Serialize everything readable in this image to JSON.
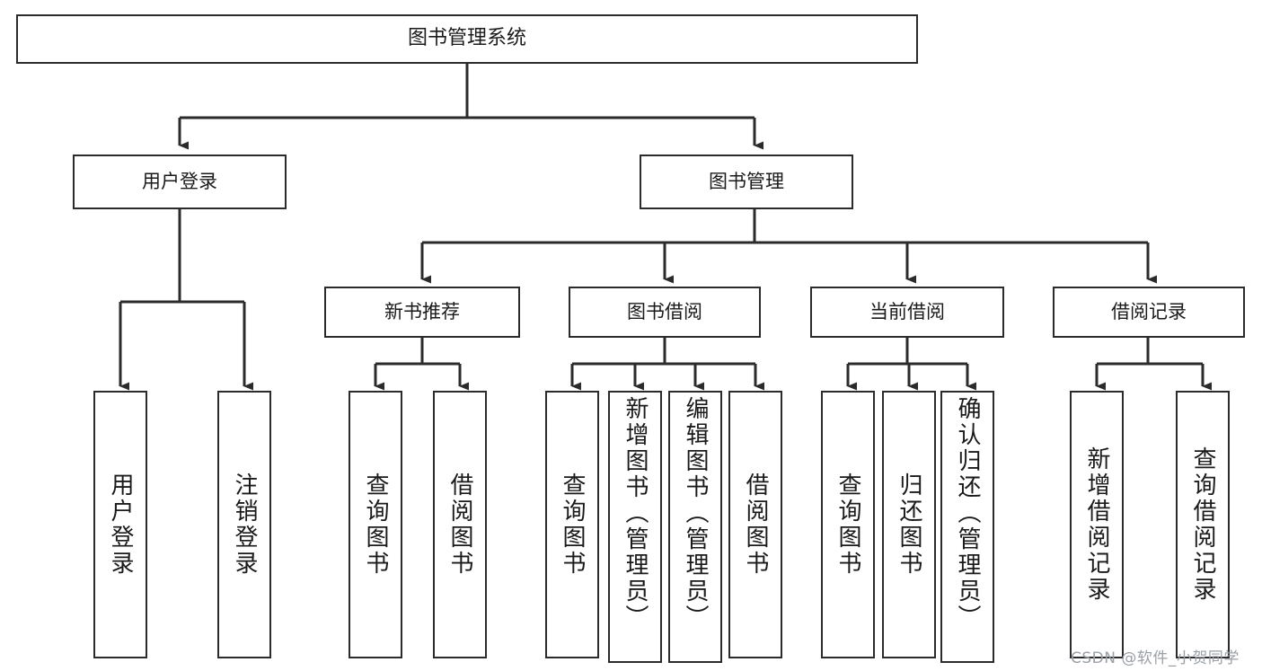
{
  "diagram": {
    "title": "图书管理系统",
    "type": "tree-hierarchy",
    "watermark": "CSDN @软件_小贺同学",
    "levels": {
      "root": "图书管理系统",
      "level2": [
        "用户登录",
        "图书管理"
      ],
      "level3": [
        "新书推荐",
        "图书借阅",
        "当前借阅",
        "借阅记录"
      ]
    },
    "nodes": {
      "root": {
        "label": "图书管理系统"
      },
      "user_login": {
        "label": "用户登录"
      },
      "book_manage": {
        "label": "图书管理"
      },
      "new_book_recommend": {
        "label": "新书推荐"
      },
      "book_borrow": {
        "label": "图书借阅"
      },
      "current_borrow": {
        "label": "当前借阅"
      },
      "borrow_record": {
        "label": "借阅记录"
      },
      "leaf_user_login": {
        "label": "用户登录"
      },
      "leaf_logout": {
        "label": "注销登录"
      },
      "leaf_query_book_1": {
        "label": "查询图书"
      },
      "leaf_borrow_book_1": {
        "label": "借阅图书"
      },
      "leaf_query_book_2": {
        "label": "查询图书"
      },
      "leaf_add_book": {
        "label": "新增图书（管理员）"
      },
      "leaf_edit_book": {
        "label": "编辑图书（管理员）"
      },
      "leaf_borrow_book_2": {
        "label": "借阅图书"
      },
      "leaf_query_book_3": {
        "label": "查询图书"
      },
      "leaf_return_book": {
        "label": "归还图书"
      },
      "leaf_confirm_return": {
        "label": "确认归还（管理员）"
      },
      "leaf_add_record": {
        "label": "新增借阅记录"
      },
      "leaf_query_record": {
        "label": "查询借阅记录"
      }
    },
    "colors": {
      "stroke": "#2b2b2b",
      "fill": "#ffffff",
      "text": "#1a1a1a",
      "watermark": "#9aa0a6"
    }
  }
}
